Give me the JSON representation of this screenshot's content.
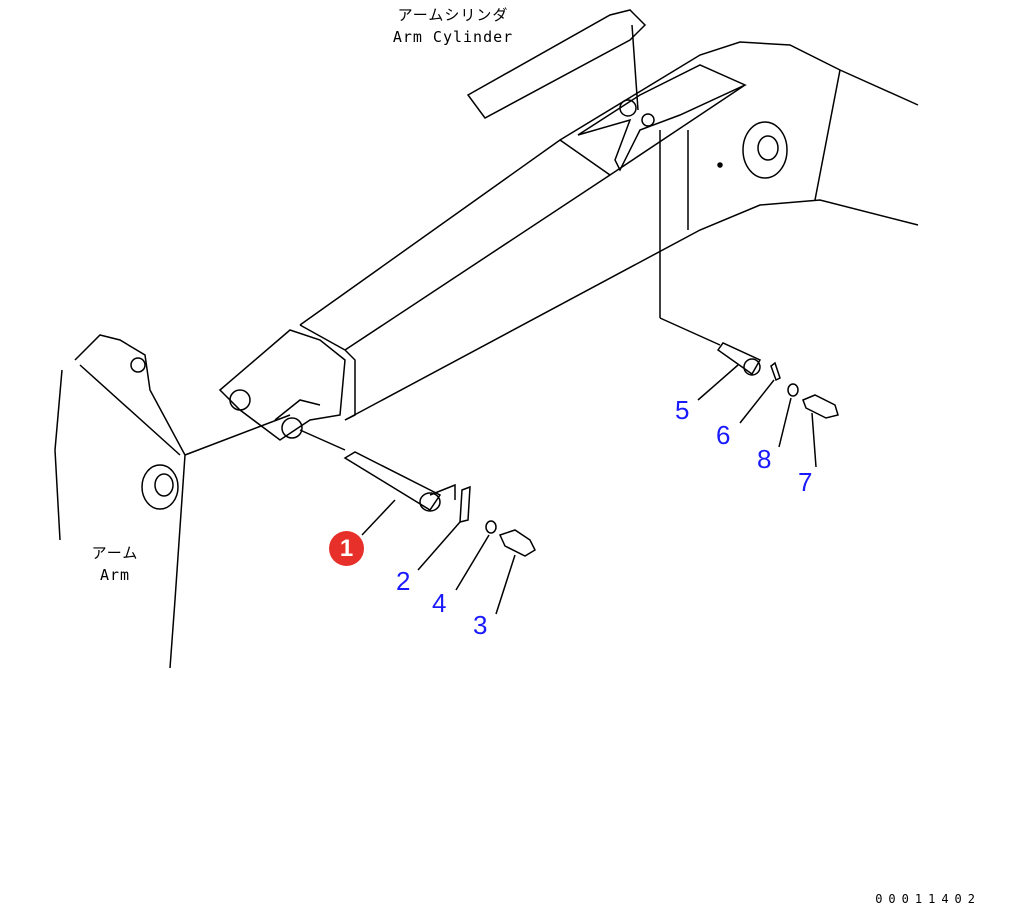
{
  "labels": {
    "arm_cylinder_jp": "アームシリンダ",
    "arm_cylinder_en": "Arm Cylinder",
    "arm_jp": "アーム",
    "arm_en": "Arm"
  },
  "callouts": [
    {
      "number": "1",
      "highlighted": true
    },
    {
      "number": "2"
    },
    {
      "number": "4"
    },
    {
      "number": "3"
    },
    {
      "number": "5"
    },
    {
      "number": "6"
    },
    {
      "number": "8"
    },
    {
      "number": "7"
    }
  ],
  "drawing_code": "00011402",
  "colors": {
    "callout": "#1a1aff",
    "highlight": "#e8302a"
  }
}
